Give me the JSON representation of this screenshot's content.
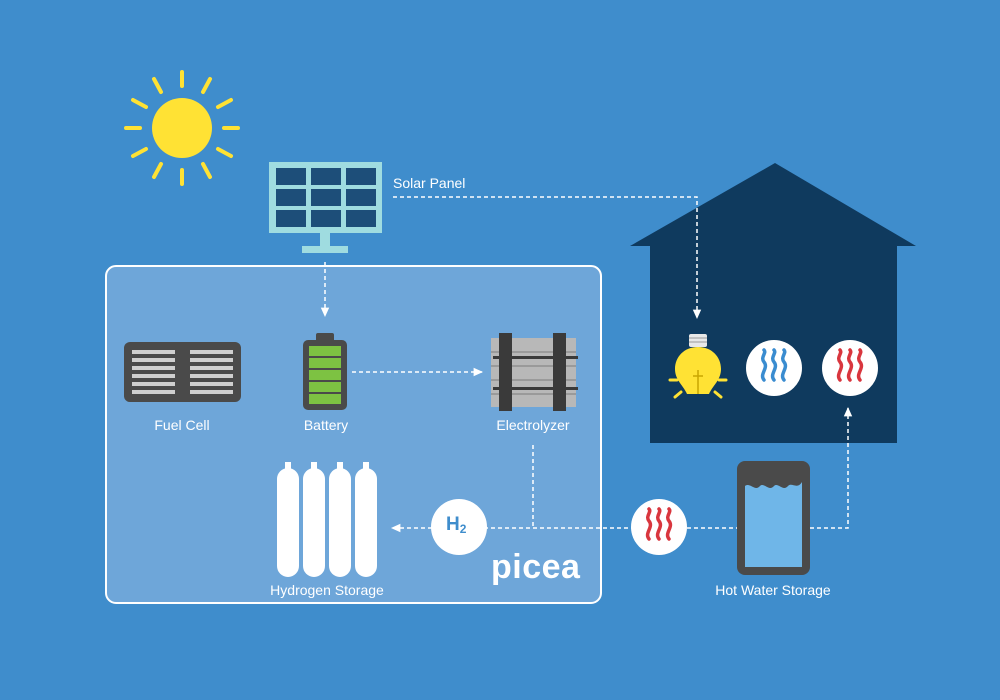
{
  "labels": {
    "solar_panel": "Solar Panel",
    "fuel_cell": "Fuel Cell",
    "battery": "Battery",
    "electrolyzer": "Electrolyzer",
    "hydrogen_storage": "Hydrogen Storage",
    "hot_water_storage": "Hot Water Storage"
  },
  "brand": "picea",
  "h2_badge": {
    "symbol": "H",
    "subscript": "2"
  },
  "colors": {
    "background": "#3f8dcc",
    "system_box": "#6ea6d9",
    "house": "#0f3a5e",
    "sun": "#ffe234",
    "panel_cells": "#1d4e79",
    "panel_frame": "#9fdce0",
    "battery_green": "#7dc242",
    "heat_red": "#d9363e",
    "cool_blue": "#3a8cd0",
    "water": "#6fb6e8"
  },
  "icons": [
    "sun-icon",
    "solar-panel-icon",
    "fuel-cell-icon",
    "battery-icon",
    "electrolyzer-icon",
    "hydrogen-tank-icon",
    "h2-badge-icon",
    "heat-icon",
    "light-bulb-icon",
    "cold-water-icon",
    "hot-water-icon",
    "house-icon",
    "hot-water-tank-icon"
  ]
}
